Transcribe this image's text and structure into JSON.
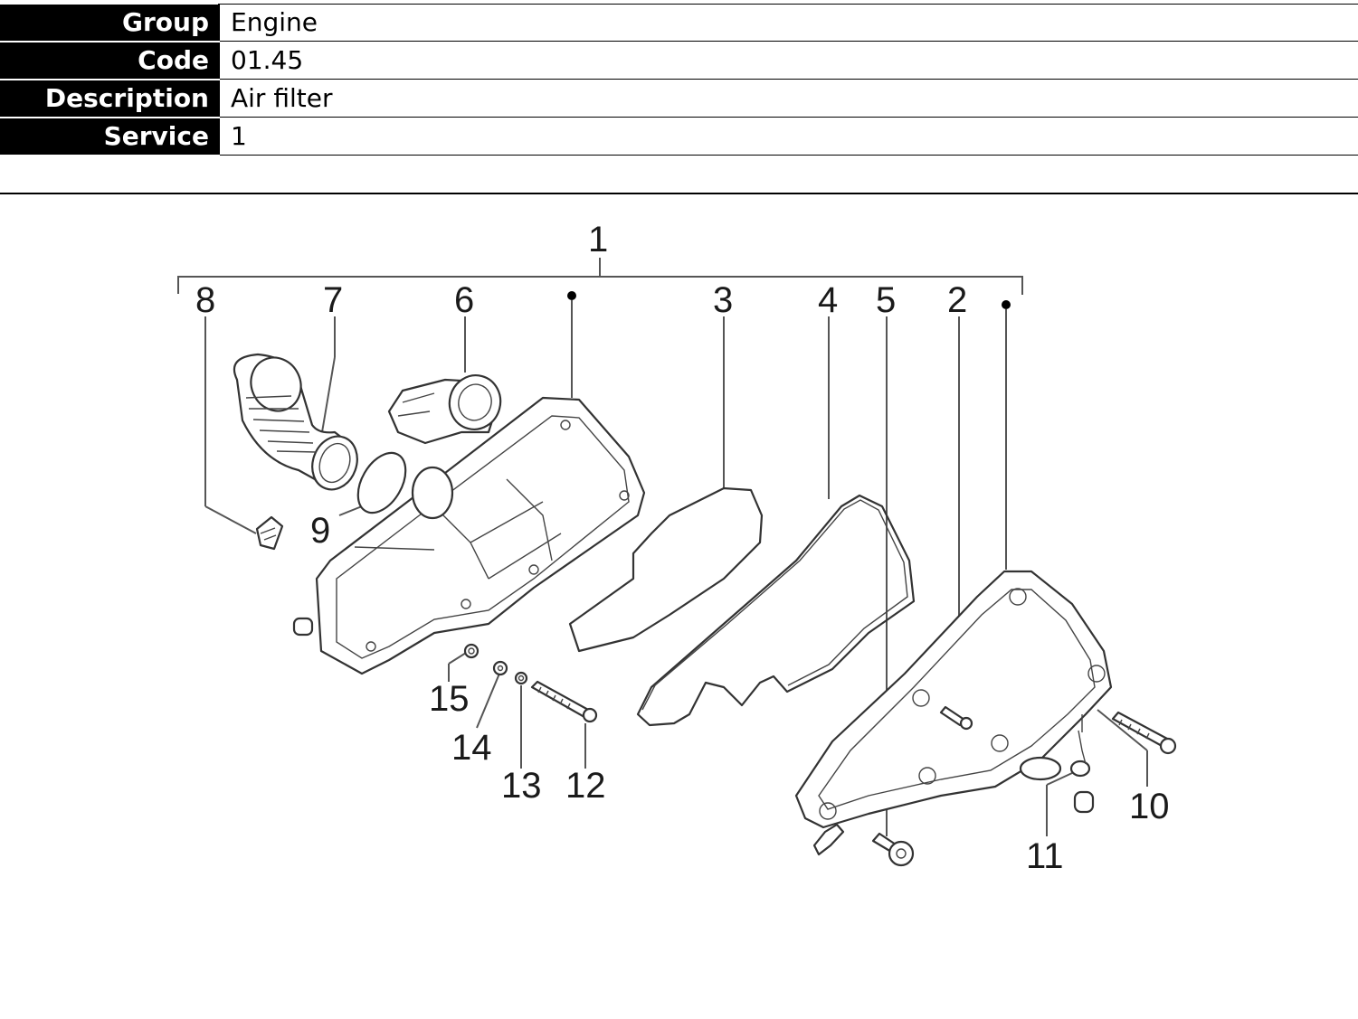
{
  "info": [
    {
      "label": "Group",
      "value": "Engine"
    },
    {
      "label": "Code",
      "value": "01.45"
    },
    {
      "label": "Description",
      "value": "Air filter"
    },
    {
      "label": "Service",
      "value": "1"
    }
  ],
  "callouts": {
    "c1": "1",
    "c2": "2",
    "c3": "3",
    "c4": "4",
    "c5": "5",
    "c6": "6",
    "c7": "7",
    "c8": "8",
    "c9": "9",
    "c10": "10",
    "c11": "11",
    "c12": "12",
    "c13": "13",
    "c14": "14",
    "c15": "15"
  }
}
